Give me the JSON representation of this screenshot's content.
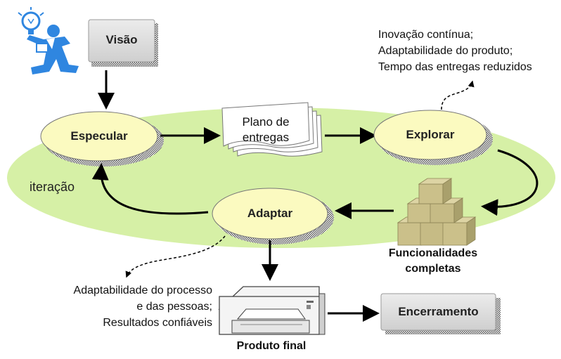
{
  "nodes": {
    "vision": "Visão",
    "speculate": "Especular",
    "plan_line1": "Plano de",
    "plan_line2": "entregas",
    "explore": "Explorar",
    "adapt": "Adaptar",
    "features_line1": "Funcionalidades",
    "features_line2": "completas",
    "final_product": "Produto final",
    "closure": "Encerramento"
  },
  "labels": {
    "iteration": "iteração"
  },
  "notes": {
    "explore_benefits": [
      "Inovação contínua;",
      "Adaptabilidade do produto;",
      "Tempo das entregas reduzidos"
    ],
    "adapt_benefits": [
      "Adaptabilidade do processo",
      "e das pessoas;",
      "Resultados confiáveis"
    ]
  },
  "colors": {
    "iteration_ellipse": "#d6f0a6",
    "node_fill": "#fbfac0",
    "box_fill": "#dedede",
    "cube_fill": "#cbc08a",
    "person_icon": "#2f86e0"
  }
}
